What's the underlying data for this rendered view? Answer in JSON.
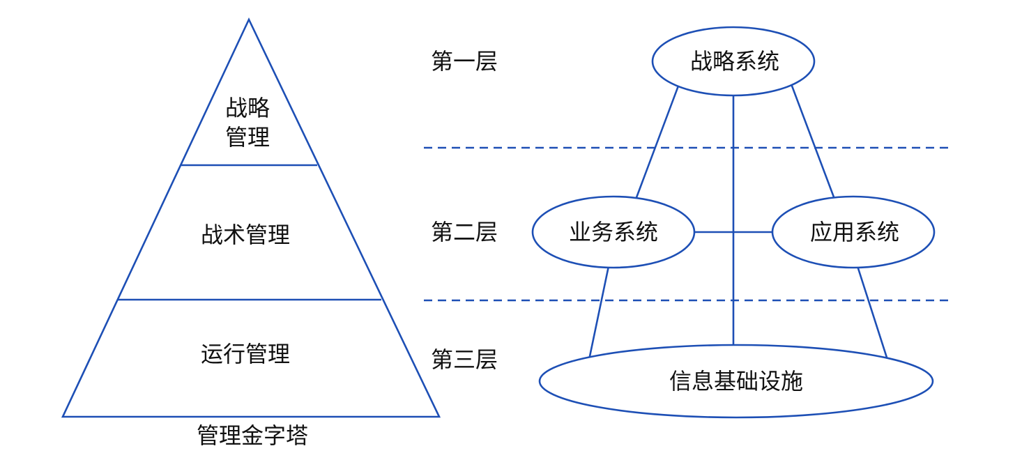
{
  "pyramid": {
    "caption": "管理金字塔",
    "top_line1": "战略",
    "top_line2": "管理",
    "middle": "战术管理",
    "bottom": "运行管理"
  },
  "layers": {
    "first": "第一层",
    "second": "第二层",
    "third": "第三层"
  },
  "systems": {
    "strategy": "战略系统",
    "business": "业务系统",
    "application": "应用系统",
    "infrastructure": "信息基础设施"
  },
  "colors": {
    "line": "#1d4fb5",
    "text": "#111111"
  }
}
